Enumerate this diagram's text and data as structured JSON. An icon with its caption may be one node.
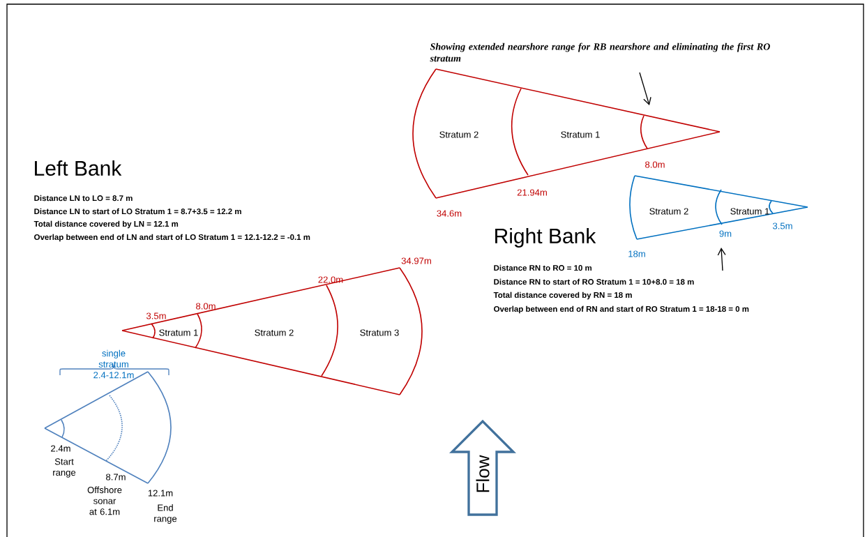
{
  "diagram": {
    "nodes": [
      {
        "text": [
          "Flow"
        ]
      }
    ],
    "labels": [
      "Showing extended nearshore range for RB nearshore and eliminating the first RO stratum",
      "Stratum 2",
      "Stratum 1",
      "8.0m",
      "21.94m",
      "34.6m",
      "Stratum 2",
      "Stratum 1",
      "3.5m",
      "9m",
      "18m",
      "Left Bank",
      "Distance LN to LO = 8.7 m",
      "Distance LN to start of LO Stratum 1 = 8.7+3.5 = 12.2 m",
      "Total distance covered by LN = 12.1 m",
      "Overlap between end of LN and start of LO Stratum 1 = 12.1-12.2 = -0.1 m",
      "Right Bank",
      "Distance RN to RO = 10 m",
      "Distance RN to start of RO Stratum 1 = 10+8.0 = 18 m",
      "Total distance covered by RN = 18 m",
      "Overlap between end of RN and start of RO Stratum 1 = 18-18 = 0 m",
      "34.97m",
      "22.0m",
      "8.0m",
      "3.5m",
      "Stratum 1",
      "Stratum 2",
      "Stratum 3",
      "single stratum 2.4-12.1m",
      "2.4m",
      "Start range",
      "8.7m",
      "Offshore sonar at 6.1m",
      "12.1m",
      "End range"
    ]
  }
}
